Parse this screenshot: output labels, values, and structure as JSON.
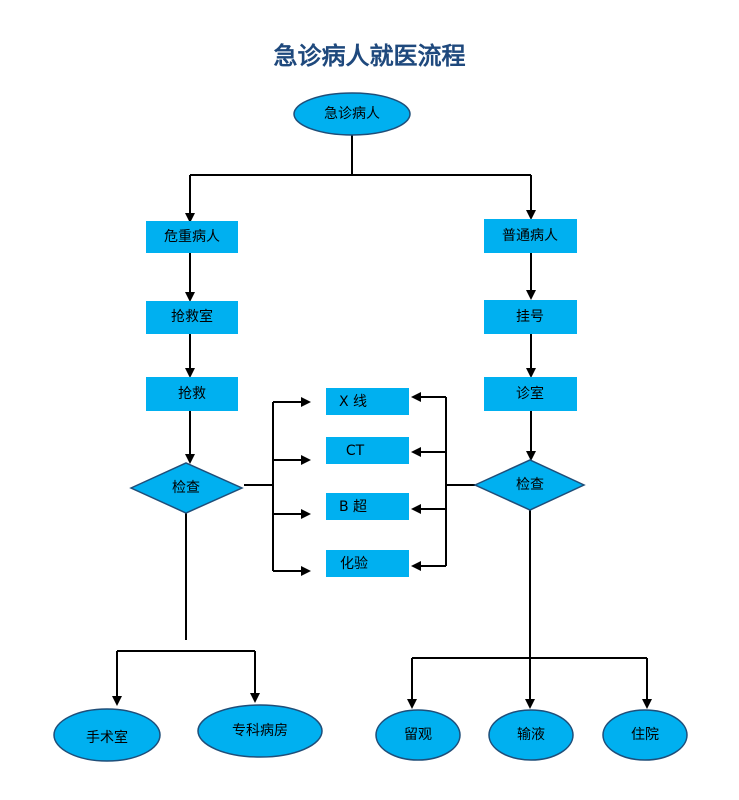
{
  "title": "急诊病人就医流程",
  "colors": {
    "node_fill": "#00B0F0",
    "node_stroke": "#1F4E79",
    "line": "#000000",
    "title": "#1F497D"
  },
  "nodes": {
    "start": "急诊病人",
    "critical": "危重病人",
    "normal": "普通病人",
    "rescue_room": "抢救室",
    "rescue": "抢救",
    "registration": "挂号",
    "consult": "诊室",
    "exam_left": "检查",
    "exam_right": "检查",
    "xray": "X 线",
    "ct": "CT",
    "bultrasound": "B 超",
    "lab": "化验",
    "surgery": "手术室",
    "ward": "专科病房",
    "observe": "留观",
    "infusion": "输液",
    "admit": "住院"
  }
}
